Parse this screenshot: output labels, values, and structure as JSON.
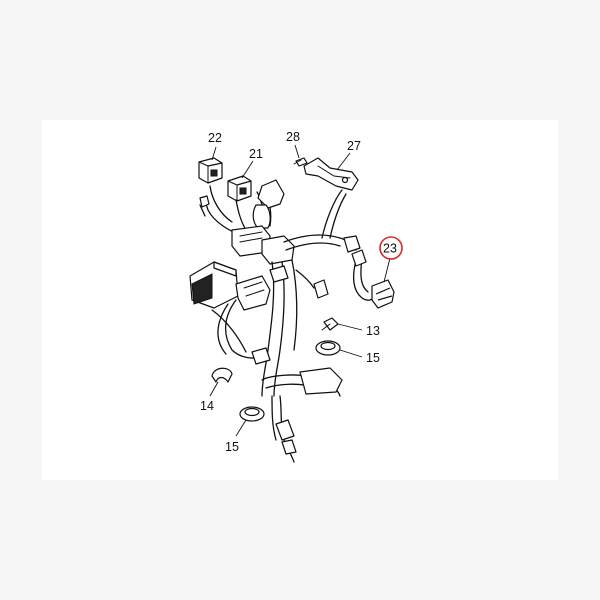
{
  "callouts": [
    {
      "id": "c22",
      "label": "22"
    },
    {
      "id": "c21",
      "label": "21"
    },
    {
      "id": "c28",
      "label": "28"
    },
    {
      "id": "c27",
      "label": "27"
    },
    {
      "id": "c23",
      "label": "23",
      "highlighted": true
    },
    {
      "id": "c13",
      "label": "13"
    },
    {
      "id": "c15a",
      "label": "15"
    },
    {
      "id": "c14",
      "label": "14"
    },
    {
      "id": "c15b",
      "label": "15"
    }
  ],
  "colors": {
    "highlight_ring": "#d62a2a",
    "background": "#f6f6f6",
    "panel": "#ffffff",
    "ink": "#111111"
  }
}
